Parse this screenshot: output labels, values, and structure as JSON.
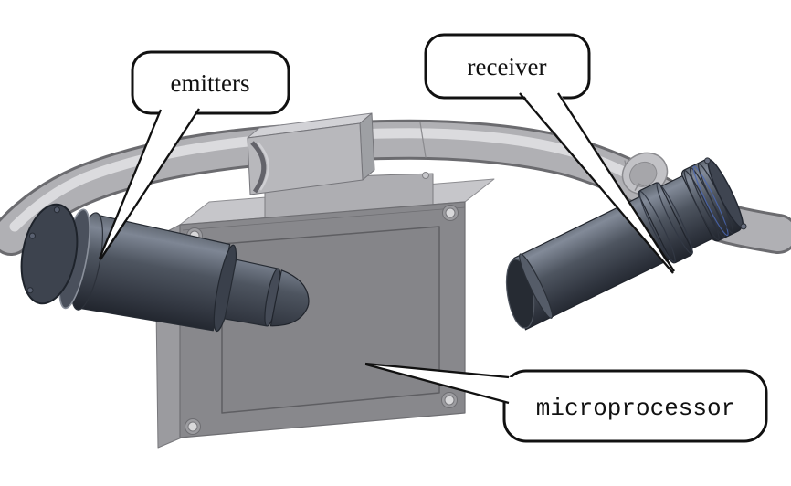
{
  "figure": {
    "background": "#ffffff",
    "type": "3d-cad-illustration",
    "callouts": {
      "emitters": {
        "label": "emitters"
      },
      "receiver": {
        "label": "receiver"
      },
      "microprocessor": {
        "label": "microprocessor"
      }
    },
    "colors": {
      "background": "#ffffff",
      "outline": "#111111",
      "tube_highlight": "#e3e3e5",
      "tube_mid": "#b0b0b4",
      "tube_shadow": "#6b6b6f",
      "housing_front": "#88888c",
      "housing_top": "#c6c6ca",
      "housing_side": "#9b9b9f",
      "sensor_dark": "#4e5560",
      "sensor_darkest": "#1e222a",
      "accent_blue": "#4a66b0"
    }
  }
}
